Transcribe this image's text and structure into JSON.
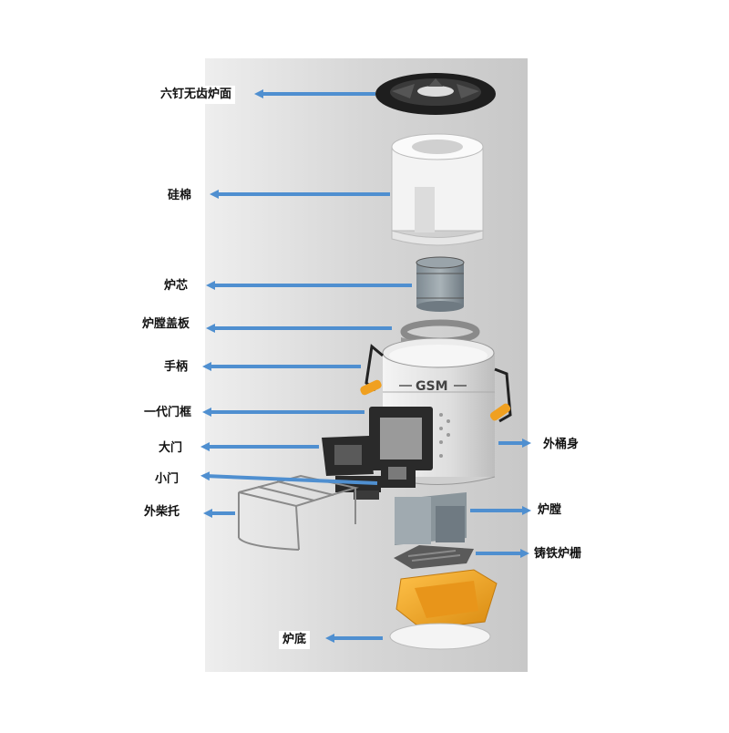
{
  "diagram": {
    "labels": {
      "stove_top": "六钉无齿炉面",
      "silica_wool": "硅棉",
      "stove_core": "炉芯",
      "chamber_cover": "炉膛盖板",
      "handle": "手柄",
      "door_frame": "一代门框",
      "big_door": "大门",
      "small_door": "小门",
      "wood_rack": "外柴托",
      "outer_bucket": "外桶身",
      "chamber": "炉膛",
      "cast_iron_grate": "铸铁炉栅",
      "stove_base": "炉底"
    },
    "logo_text": "GSM",
    "colors": {
      "panel_bg": "#dcdcdc",
      "arrow": "#4f8fd0",
      "bucket": "#e6e6e6",
      "base_orange": "#f0a020",
      "dark_parts": "#2a2a2a"
    }
  }
}
